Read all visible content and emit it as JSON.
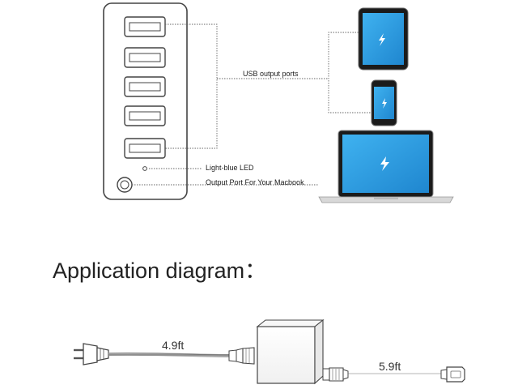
{
  "callouts": {
    "usb_ports": "USB output ports",
    "led": "Light-blue LED",
    "macbook_port": "Output Port For Your Macbook"
  },
  "heading": "Application diagram：",
  "cables": {
    "input_length": "4.9ft",
    "output_length": "5.9ft"
  },
  "icons": [
    "lightning-bolt-icon"
  ],
  "colors": {
    "screen": "#2a9be0",
    "outline": "#555555",
    "cable": "#8c8c8c"
  }
}
